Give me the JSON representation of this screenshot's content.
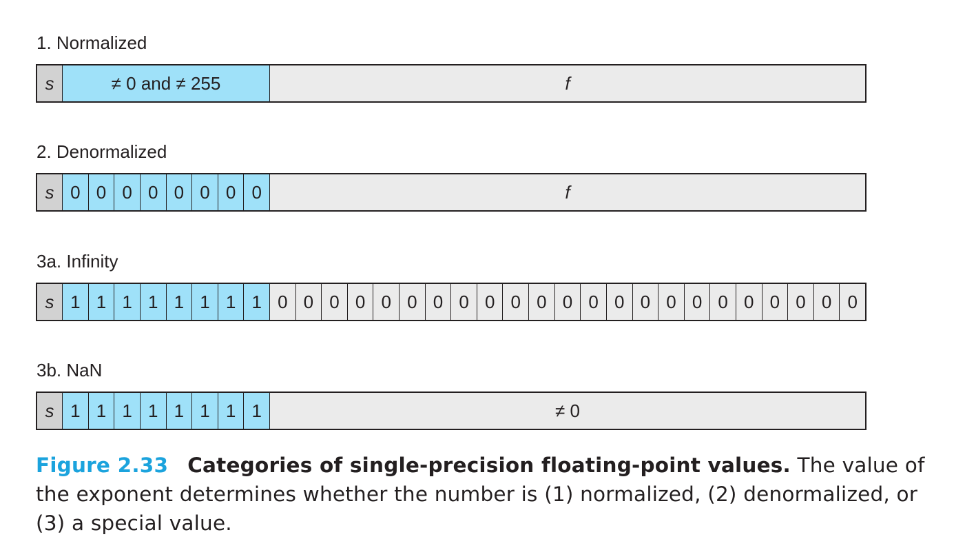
{
  "colors": {
    "sign": "#d2d2d2",
    "exponent": "#9fe1f9",
    "fraction": "#ebebeb",
    "figure_label": "#1ba3dd"
  },
  "rows": [
    {
      "label": "1. Normalized",
      "sign": "s",
      "exponent": [
        "≠ 0 and ≠ 255"
      ],
      "fraction": [
        "f"
      ],
      "fraction_italic": true
    },
    {
      "label": "2. Denormalized",
      "sign": "s",
      "exponent": [
        "0",
        "0",
        "0",
        "0",
        "0",
        "0",
        "0",
        "0"
      ],
      "fraction": [
        "f"
      ],
      "fraction_italic": true
    },
    {
      "label": "3a. Infinity",
      "sign": "s",
      "exponent": [
        "1",
        "1",
        "1",
        "1",
        "1",
        "1",
        "1",
        "1"
      ],
      "fraction": [
        "0",
        "0",
        "0",
        "0",
        "0",
        "0",
        "0",
        "0",
        "0",
        "0",
        "0",
        "0",
        "0",
        "0",
        "0",
        "0",
        "0",
        "0",
        "0",
        "0",
        "0",
        "0",
        "0"
      ],
      "fraction_italic": false
    },
    {
      "label": "3b. NaN",
      "sign": "s",
      "exponent": [
        "1",
        "1",
        "1",
        "1",
        "1",
        "1",
        "1",
        "1"
      ],
      "fraction": [
        "≠ 0"
      ],
      "fraction_italic": false
    }
  ],
  "caption": {
    "figure": "Figure 2.33",
    "title": "Categories of single-precision floating-point values.",
    "text": " The value of the exponent determines whether the number is (1) normalized, (2) denormalized, or (3) a special value."
  }
}
